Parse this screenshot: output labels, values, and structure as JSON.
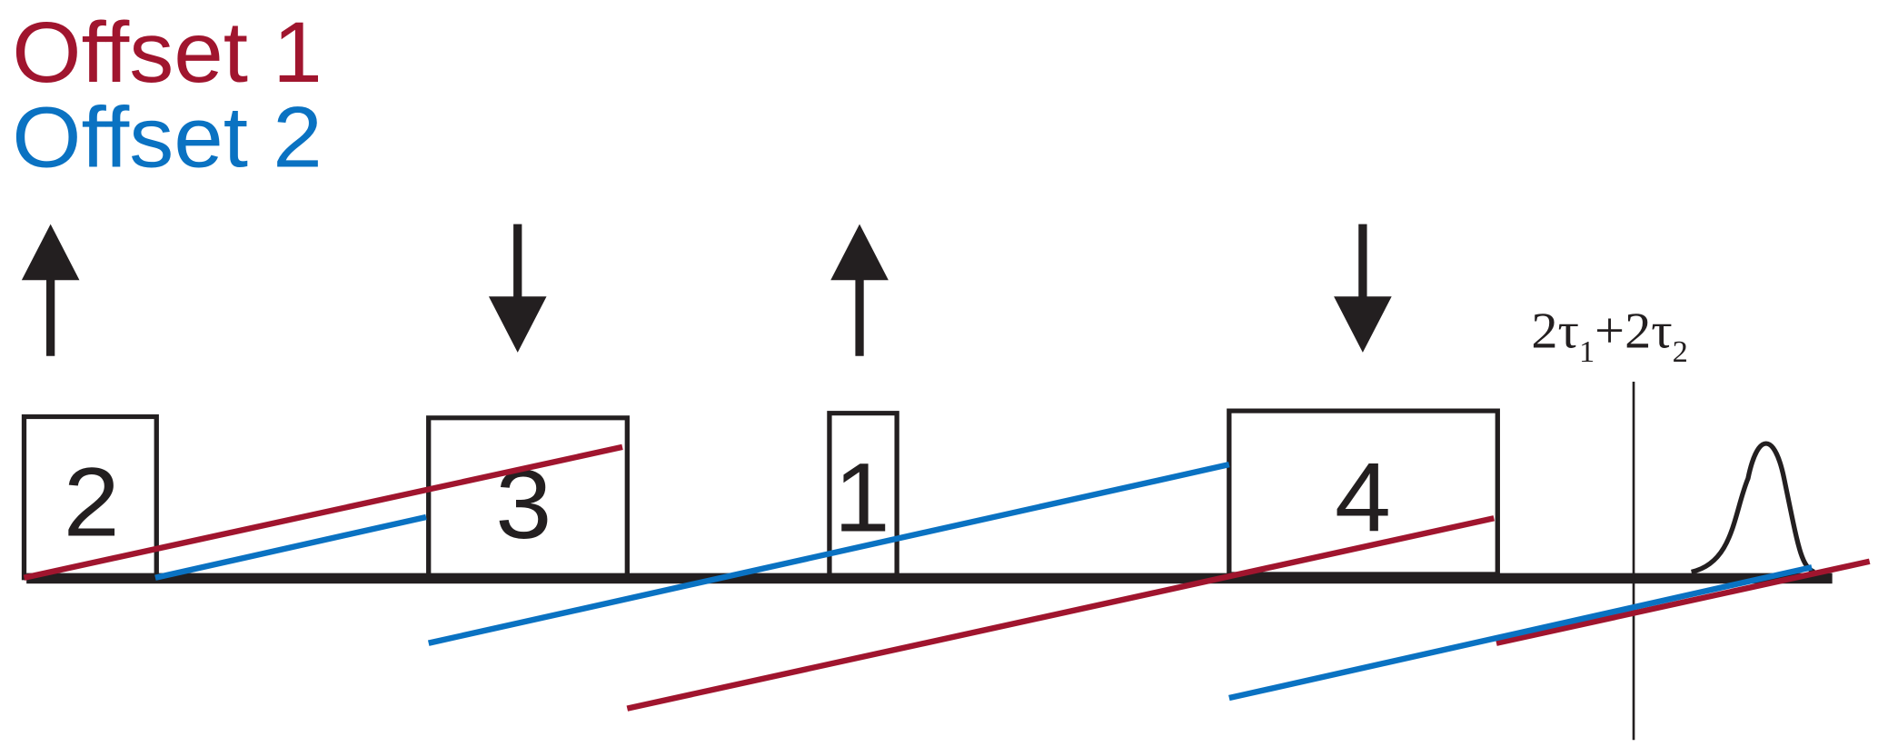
{
  "legend": {
    "offset1": {
      "label": "Offset 1",
      "color": "#a0152e"
    },
    "offset2": {
      "label": "Offset 2",
      "color": "#0a72c2"
    }
  },
  "pulses": [
    {
      "label": "2",
      "arrow": "up"
    },
    {
      "label": "3",
      "arrow": "down"
    },
    {
      "label": "1",
      "arrow": "up"
    },
    {
      "label": "4",
      "arrow": "down"
    }
  ],
  "echo_time": {
    "base1": "2τ",
    "sub1": "1",
    "plus": "+",
    "base2": "2τ",
    "sub2": "2"
  },
  "colors": {
    "ink": "#231f20"
  }
}
